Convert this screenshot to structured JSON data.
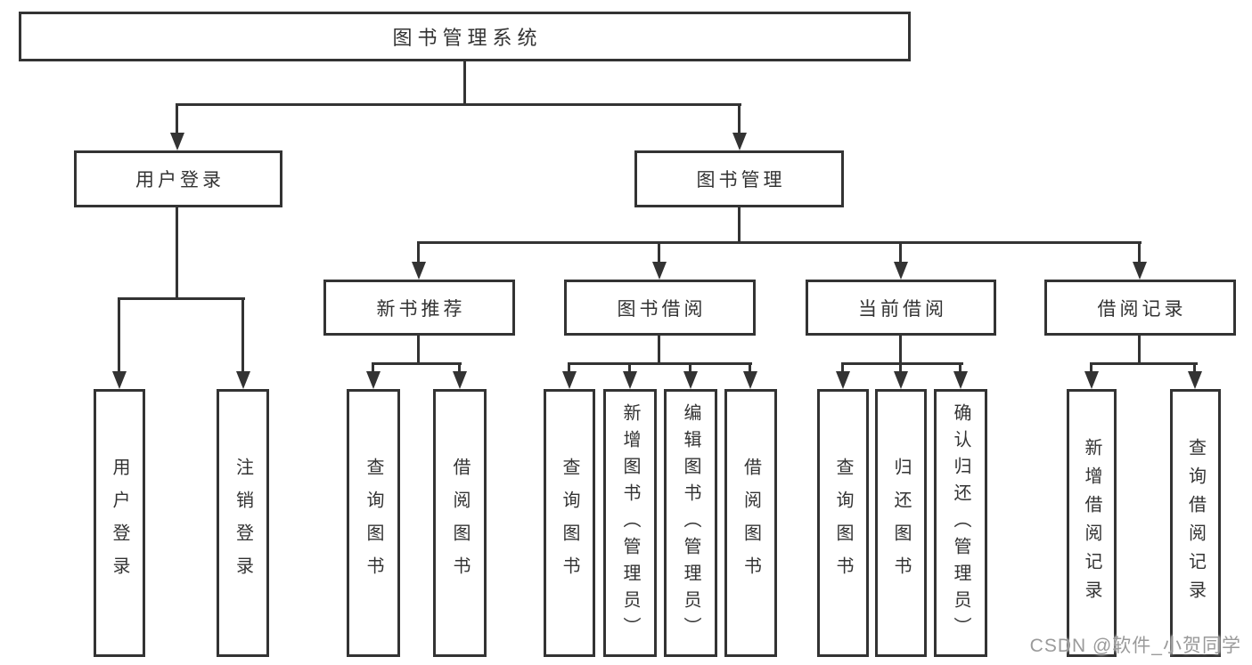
{
  "tree": {
    "root": {
      "label": "图书管理系统",
      "children": [
        {
          "label": "用户登录",
          "children": [
            {
              "label": "用户登录"
            },
            {
              "label": "注销登录"
            }
          ]
        },
        {
          "label": "图书管理",
          "children": [
            {
              "label": "新书推荐",
              "children": [
                {
                  "label": "查询图书"
                },
                {
                  "label": "借阅图书"
                }
              ]
            },
            {
              "label": "图书借阅",
              "children": [
                {
                  "label": "查询图书"
                },
                {
                  "label": "新增图书（管理员）"
                },
                {
                  "label": "编辑图书（管理员）"
                },
                {
                  "label": "借阅图书"
                }
              ]
            },
            {
              "label": "当前借阅",
              "children": [
                {
                  "label": "查询图书"
                },
                {
                  "label": "归还图书"
                },
                {
                  "label": "确认归还（管理员）"
                }
              ]
            },
            {
              "label": "借阅记录",
              "children": [
                {
                  "label": "新增借阅记录"
                },
                {
                  "label": "查询借阅记录"
                }
              ]
            }
          ]
        }
      ]
    }
  },
  "watermark": "CSDN @软件_小贺同学",
  "colors": {
    "line": "#333333",
    "text": "#333333",
    "background": "#ffffff",
    "watermark": "#919191"
  }
}
